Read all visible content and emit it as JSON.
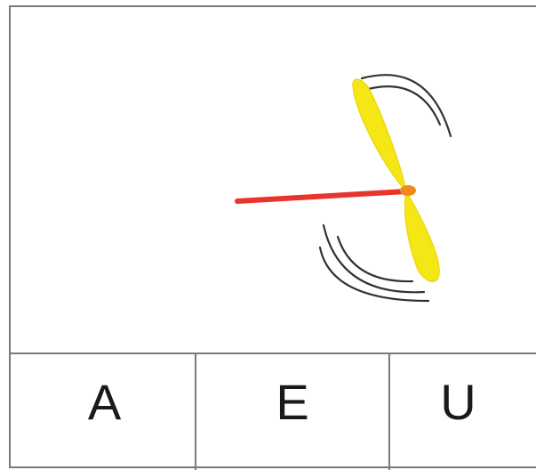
{
  "illustration": {
    "icon": "propeller-icon",
    "colors": {
      "rod": "#e8342c",
      "blades": "#f5e616",
      "hub": "#f08a1e",
      "motion_lines": "#333333"
    }
  },
  "options": [
    {
      "label": "A"
    },
    {
      "label": "E"
    },
    {
      "label": "U"
    }
  ]
}
